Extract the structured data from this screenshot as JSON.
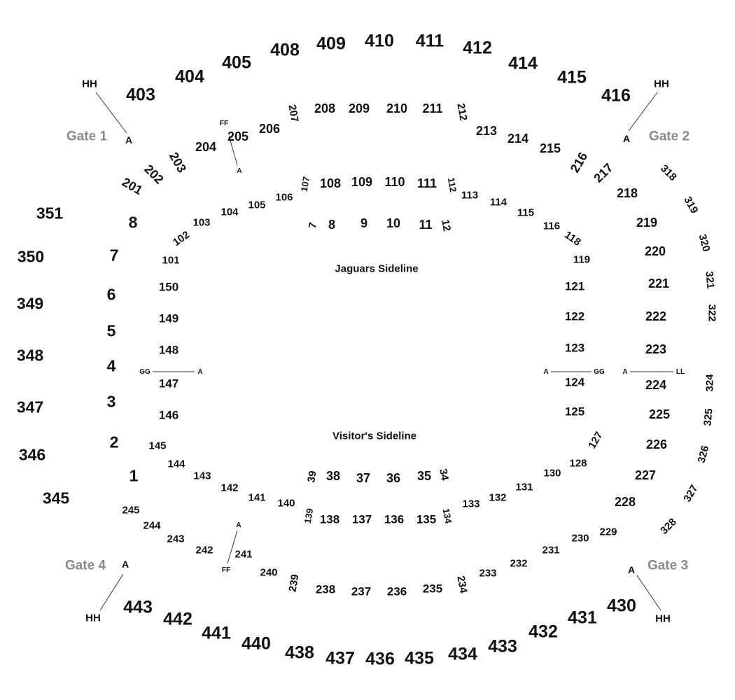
{
  "colors": {
    "text": "#111111",
    "gate_text": "#8a8a8a",
    "line": "#333333",
    "background": "#ffffff"
  },
  "sidelines": {
    "home": "Jaguars Sideline",
    "visitor": "Visitor's Sideline"
  },
  "gates": [
    "Gate 1",
    "Gate 2",
    "Gate 3",
    "Gate 4"
  ],
  "markers": {
    "hh": "HH",
    "a": "A",
    "ff": "FF",
    "gg": "GG",
    "ll": "LL"
  },
  "sections": {
    "upper_400": [
      "403",
      "404",
      "405",
      "408",
      "409",
      "410",
      "411",
      "412",
      "414",
      "415",
      "416",
      "430",
      "431",
      "432",
      "433",
      "434",
      "435",
      "436",
      "437",
      "438",
      "440",
      "441",
      "442",
      "443"
    ],
    "upper_300": [
      "318",
      "319",
      "320",
      "321",
      "322",
      "324",
      "325",
      "326",
      "327",
      "328",
      "345",
      "346",
      "347",
      "348",
      "349",
      "350",
      "351"
    ],
    "mezz_200": [
      "201",
      "202",
      "203",
      "204",
      "205",
      "206",
      "207",
      "208",
      "209",
      "210",
      "211",
      "212",
      "213",
      "214",
      "215",
      "216",
      "217",
      "218",
      "219",
      "220",
      "221",
      "222",
      "223",
      "224",
      "225",
      "226",
      "227",
      "228",
      "229",
      "230",
      "231",
      "232",
      "233",
      "234",
      "235",
      "236",
      "237",
      "238",
      "239",
      "240",
      "241",
      "242",
      "243",
      "244",
      "245"
    ],
    "lower_100": [
      "101",
      "102",
      "103",
      "104",
      "105",
      "106",
      "107",
      "108",
      "109",
      "110",
      "111",
      "112",
      "113",
      "114",
      "115",
      "116",
      "118",
      "119",
      "121",
      "122",
      "123",
      "124",
      "125",
      "127",
      "128",
      "130",
      "131",
      "132",
      "133",
      "134",
      "135",
      "136",
      "137",
      "138",
      "139",
      "140",
      "141",
      "142",
      "143",
      "144",
      "145",
      "146",
      "147",
      "148",
      "149",
      "150"
    ],
    "field_level": [
      "1",
      "2",
      "3",
      "4",
      "5",
      "6",
      "7",
      "8",
      "9",
      "10",
      "11",
      "12",
      "34",
      "35",
      "36",
      "37",
      "38",
      "39"
    ]
  }
}
